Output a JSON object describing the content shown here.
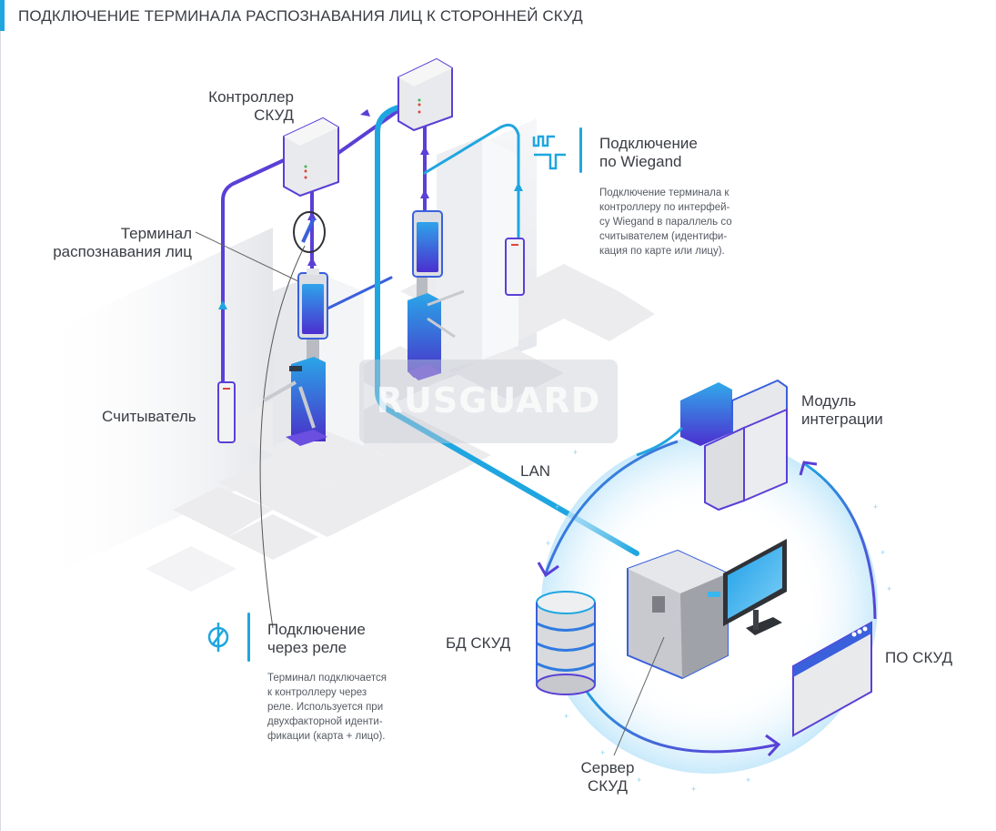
{
  "header": {
    "title": "ПОДКЛЮЧЕНИЕ ТЕРМИНАЛА РАСПОЗНАВАНИЯ ЛИЦ К СТОРОННЕЙ СКУД"
  },
  "labels": {
    "controller": [
      "Контроллер",
      "СКУД"
    ],
    "terminal": [
      "Терминал",
      "распознавания лиц"
    ],
    "reader": "Считыватель",
    "lan": "LAN",
    "integration_module": [
      "Модуль",
      "интеграции"
    ],
    "database": "БД СКУД",
    "software": "ПО СКУД",
    "server": [
      "Сервер",
      "СКУД"
    ]
  },
  "info_blocks": {
    "wiegand": {
      "icon": "wiegand-signal-icon",
      "heading": [
        "Подключение",
        "по Wiegand"
      ],
      "body": [
        "Подключение терминала к",
        "контроллеру по интерфей-",
        "су Wiegand в параллель со",
        "считывателем (идентифи-",
        "кация по карте или лицу)."
      ]
    },
    "relay": {
      "icon": "relay-icon",
      "heading": [
        "Подключение",
        "через реле"
      ],
      "body": [
        "Терминал подключается",
        "к контроллеру через",
        "реле. Используется при",
        "двухфакторной иденти-",
        "фикации (карта + лицо)."
      ]
    }
  },
  "watermark": "RUSGUARD",
  "colors": {
    "accent": "#1fa6e0",
    "wire_purple": "#5b3fd6",
    "wire_blue": "#1fa6e0",
    "text": "#3a3d44"
  }
}
